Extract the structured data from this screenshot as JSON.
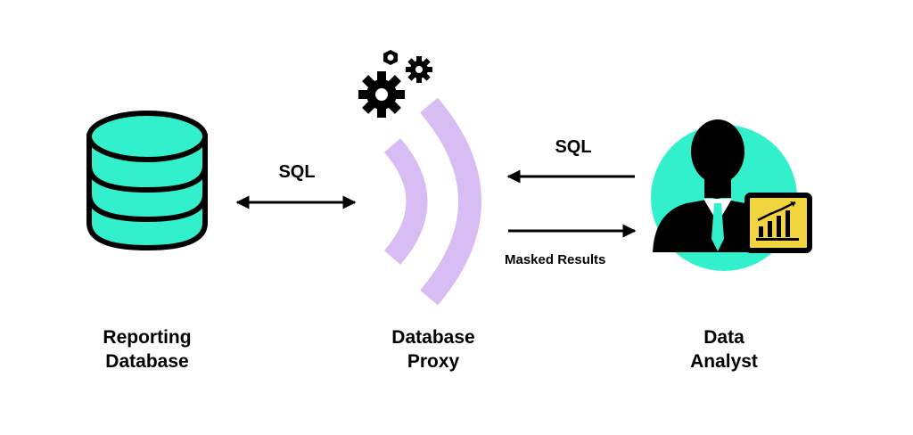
{
  "nodes": {
    "reporting_database": {
      "line1": "Reporting",
      "line2": "Database",
      "icon": "database-icon"
    },
    "database_proxy": {
      "line1": "Database",
      "line2": "Proxy",
      "icon": "gears-icon"
    },
    "data_analyst": {
      "line1": "Data",
      "line2": "Analyst",
      "icon": "analyst-icon"
    }
  },
  "edges": {
    "db_proxy": {
      "label": "SQL"
    },
    "analyst_to_proxy": {
      "label": "SQL"
    },
    "proxy_to_analyst": {
      "label": "Masked Results"
    }
  },
  "colors": {
    "teal": "#33f0cc",
    "lavender": "#d8bdf4",
    "chart_yellow": "#f2d43f",
    "black": "#000000"
  }
}
